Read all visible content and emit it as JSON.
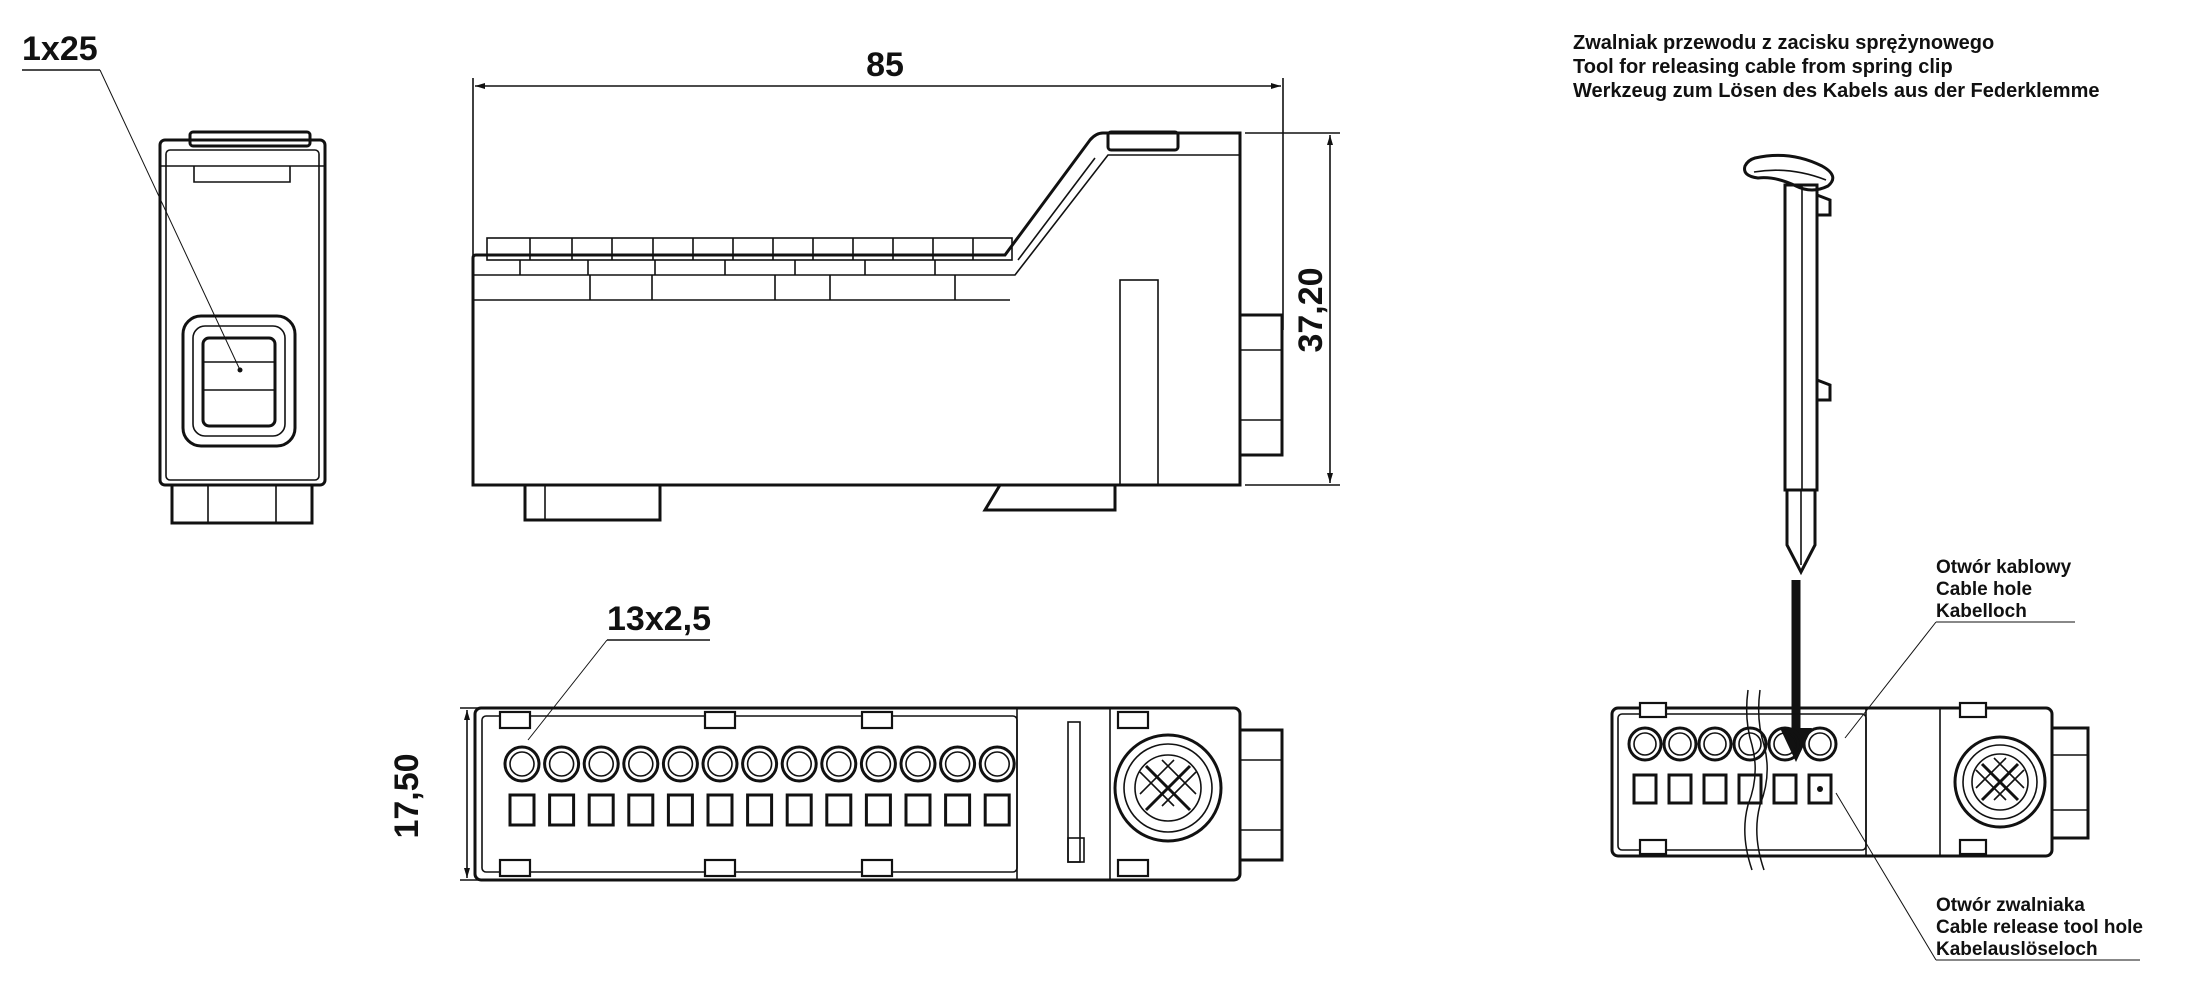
{
  "dimensions": {
    "side_cable_entry": "1x25",
    "length": "85",
    "height": "37,20",
    "terminals": "13x2,5",
    "width": "17,50"
  },
  "tool_note": {
    "line_pl": "Zwalniak przewodu z zacisku sprężynowego",
    "line_en": "Tool for releasing cable from spring clip",
    "line_de": "Werkzeug zum Lösen des Kabels aus der Federklemme"
  },
  "cable_hole": {
    "pl": "Otwór kablowy",
    "en": "Cable hole",
    "de": "Kabelloch"
  },
  "release_hole": {
    "pl": "Otwór zwalniaka",
    "en": "Cable release tool hole",
    "de": "Kabelauslöseloch"
  }
}
